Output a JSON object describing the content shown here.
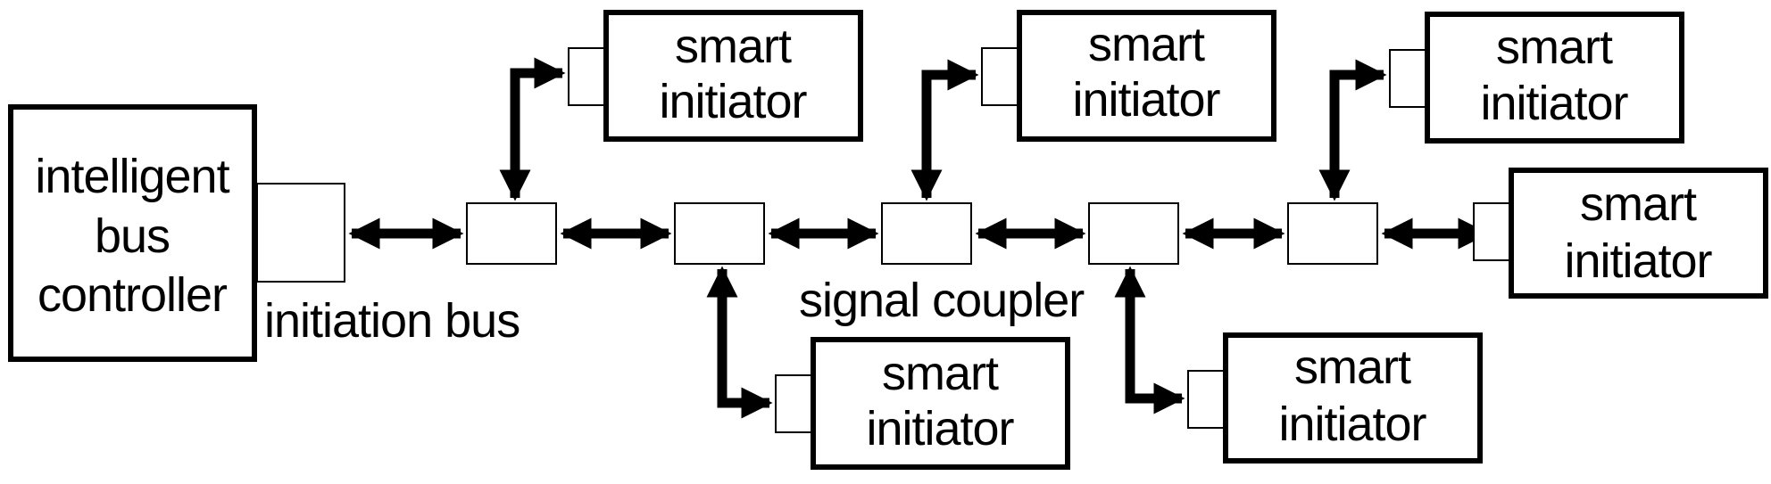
{
  "colors": {
    "stroke": "#000000",
    "background": "#ffffff"
  },
  "controller": {
    "line1": "intelligent",
    "line2": "bus",
    "line3": "controller"
  },
  "bus_label": "initiation bus",
  "coupler_label": "signal coupler",
  "initiator": {
    "line1": "smart",
    "line2": "initiator"
  }
}
